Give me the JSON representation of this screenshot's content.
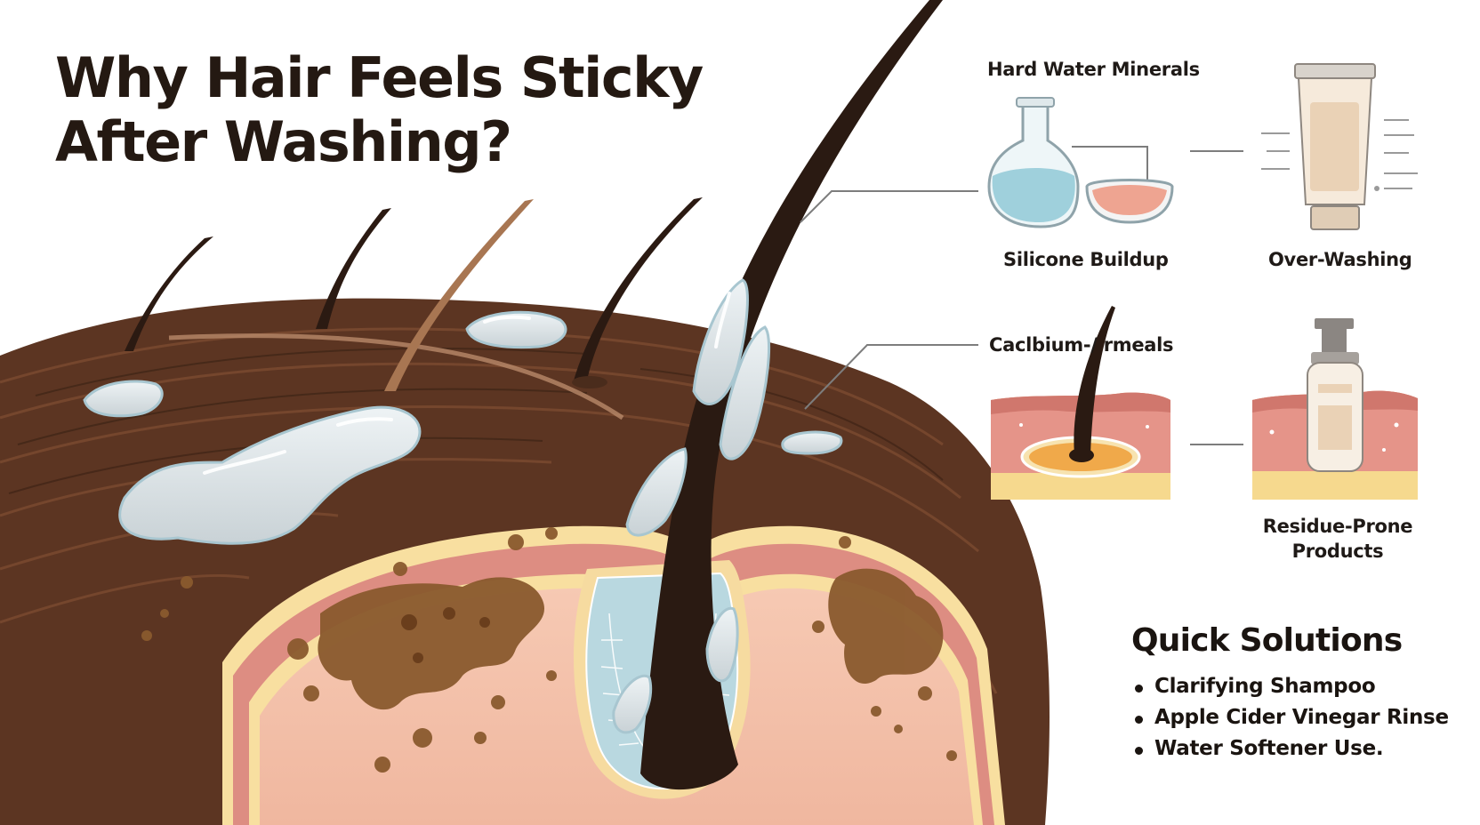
{
  "title": {
    "line1": "Why Hair Feels Sticky",
    "line2": "After Washing?"
  },
  "labels": {
    "hard_water_minerals": "Hard Water Minerals",
    "silicone_buildup": "Silicone Buildup",
    "over_washing": "Over-Washing",
    "calcium_minerals": "Caclbium-/ rmeals",
    "residue_prone_products_line1": "Residue-Prone",
    "residue_prone_products_line2": "Products"
  },
  "solutions": {
    "heading": "Quick Solutions",
    "items": [
      "Clarifying Shampoo",
      "Apple Cider Vinegar Rinse",
      "Water Softener Use."
    ]
  },
  "colors": {
    "hair": "#5a3320",
    "hair_strand": "#2a1a12",
    "scalp": "#f3c3ad",
    "skin_layer": "#d98a80",
    "fat_layer": "#f5d98a",
    "residue": "#8a5a2e",
    "water_drop": "#dfe6ea",
    "flask_water": "#9fd0dc"
  },
  "icons": [
    "flask-icon",
    "dish-icon",
    "tube-icon",
    "follicle-cross-section-icon",
    "bottle-icon"
  ]
}
